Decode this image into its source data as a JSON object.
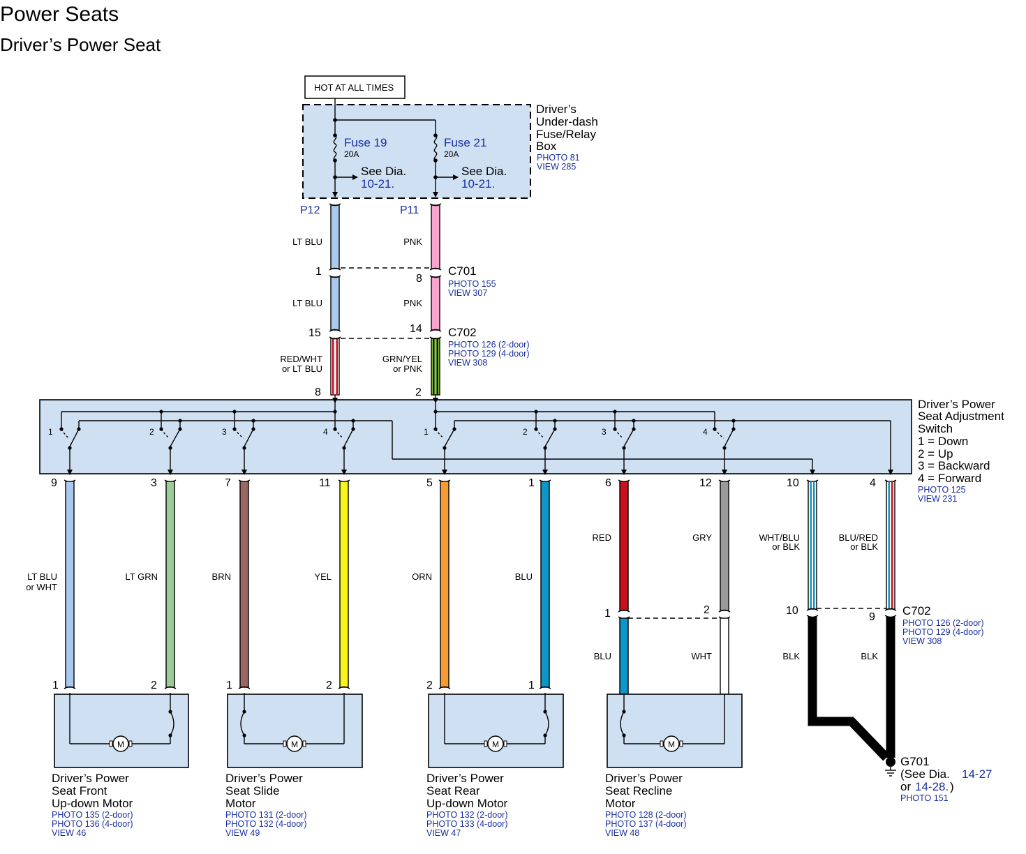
{
  "title": "Power Seats",
  "subtitle": "Driver’s Power Seat",
  "hot_label": "HOT AT ALL TIMES",
  "fuse_box": {
    "name": [
      "Driver’s",
      "Under-dash",
      "Fuse/Relay",
      "Box"
    ],
    "refs": [
      "PHOTO 81",
      "VIEW 285"
    ],
    "fuses": [
      {
        "name": "Fuse 19",
        "rating": "20A",
        "see": "See Dia.",
        "dia": "10-21.",
        "connector": "P12"
      },
      {
        "name": "Fuse 21",
        "rating": "20A",
        "see": "See Dia.",
        "dia": "10-21.",
        "connector": "P11"
      }
    ]
  },
  "connectors": {
    "c701": {
      "name": "C701",
      "refs": [
        "PHOTO 155",
        "VIEW 307"
      ],
      "pin_left": "1",
      "pin_right": "8"
    },
    "c702_top": {
      "name": "C702",
      "refs": [
        "PHOTO 126 (2-door)",
        "PHOTO 129 (4-door)",
        "VIEW 308"
      ],
      "pin_left": "15",
      "pin_right": "14"
    },
    "c702_bottom": {
      "name": "C702",
      "refs": [
        "PHOTO 126 (2-door)",
        "PHOTO 129 (4-door)",
        "VIEW 308"
      ],
      "pin_left": "10",
      "pin_right": "9"
    },
    "recline": {
      "pin_left": "1",
      "pin_right": "2"
    }
  },
  "upper_wires": {
    "left_1": "LT BLU",
    "right_1": "PNK",
    "left_2": "LT BLU",
    "right_2": "PNK",
    "left_3": [
      "RED/WHT",
      "or LT BLU"
    ],
    "right_3": [
      "GRN/YEL",
      "or PNK"
    ]
  },
  "switch": {
    "name": [
      "Driver’s Power",
      "Seat Adjustment",
      "Switch"
    ],
    "legend": [
      "1 = Down",
      "2 = Up",
      "3 = Backward",
      "4 = Forward"
    ],
    "refs": [
      "PHOTO 125",
      "VIEW 231"
    ],
    "input_pins": [
      "8",
      "2"
    ],
    "contact_numbers": [
      "1",
      "2",
      "3",
      "4",
      "1",
      "2",
      "3",
      "4"
    ]
  },
  "lower_wires": [
    {
      "pin": "9",
      "color": [
        "LT BLU",
        "or WHT"
      ],
      "hex": "#a9c9ee",
      "motor_pin": "1"
    },
    {
      "pin": "3",
      "color": [
        "LT GRN"
      ],
      "hex": "#9ccc95",
      "motor_pin": "2"
    },
    {
      "pin": "7",
      "color": [
        "BRN"
      ],
      "hex": "#9b6762",
      "motor_pin": "1"
    },
    {
      "pin": "11",
      "color": [
        "YEL"
      ],
      "hex": "#fbf31c",
      "motor_pin": "2"
    },
    {
      "pin": "5",
      "color": [
        "ORN"
      ],
      "hex": "#f89a32",
      "motor_pin": "2"
    },
    {
      "pin": "1",
      "color": [
        "BLU"
      ],
      "hex": "#0f96c8",
      "motor_pin": "1"
    },
    {
      "pin": "6",
      "color": [
        "RED"
      ],
      "hex": "#c8101e",
      "lower": "BLU"
    },
    {
      "pin": "12",
      "color": [
        "GRY"
      ],
      "hex": "#9a9a9a",
      "lower": "WHT"
    },
    {
      "pin": "10",
      "color": [
        "WHT/BLU",
        "or BLK"
      ],
      "lower": "BLK"
    },
    {
      "pin": "4",
      "color": [
        "BLU/RED",
        "or BLK"
      ],
      "lower": "BLK"
    }
  ],
  "motors": [
    {
      "name": [
        "Driver’s Power",
        "Seat Front",
        "Up-down Motor"
      ],
      "refs": [
        "PHOTO 135 (2-door)",
        "PHOTO 136 (4-door)",
        "VIEW 46"
      ]
    },
    {
      "name": [
        "Driver’s Power",
        "Seat Slide",
        "Motor"
      ],
      "refs": [
        "PHOTO 131 (2-door)",
        "PHOTO 132 (4-door)",
        "VIEW 49"
      ]
    },
    {
      "name": [
        "Driver’s Power",
        "Seat Rear",
        "Up-down Motor"
      ],
      "refs": [
        "PHOTO 132 (2-door)",
        "PHOTO 133 (4-door)",
        "VIEW 47"
      ]
    },
    {
      "name": [
        "Driver’s Power",
        "Seat Recline",
        "Motor"
      ],
      "refs": [
        "PHOTO 128 (2-door)",
        "PHOTO 137 (4-door)",
        "VIEW 48"
      ]
    }
  ],
  "motor_symbol": "M",
  "ground": {
    "name": "G701",
    "see": "(See Dia.",
    "dia1": "14-27",
    "or": "or",
    "dia2": "14-28.",
    "close": ")",
    "ref": "PHOTO 151"
  }
}
